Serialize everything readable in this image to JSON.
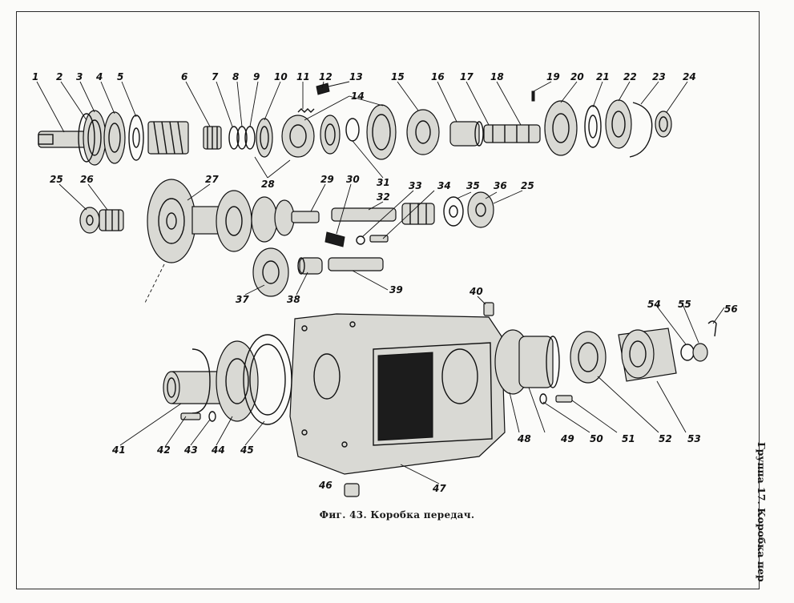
{
  "figure": {
    "caption": "Фиг. 43. Коробка передач.",
    "side_header": "Группа 17. Коробка пер"
  },
  "callouts": [
    "1",
    "2",
    "3",
    "4",
    "5",
    "6",
    "7",
    "8",
    "9",
    "10",
    "11",
    "12",
    "13",
    "14",
    "15",
    "16",
    "17",
    "18",
    "19",
    "20",
    "21",
    "22",
    "23",
    "24",
    "25",
    "26",
    "27",
    "28",
    "29",
    "30",
    "31",
    "32",
    "33",
    "34",
    "35",
    "36",
    "25",
    "37",
    "38",
    "39",
    "40",
    "41",
    "42",
    "43",
    "44",
    "45",
    "46",
    "47",
    "48",
    "49",
    "50",
    "51",
    "52",
    "53",
    "54",
    "55",
    "56"
  ]
}
